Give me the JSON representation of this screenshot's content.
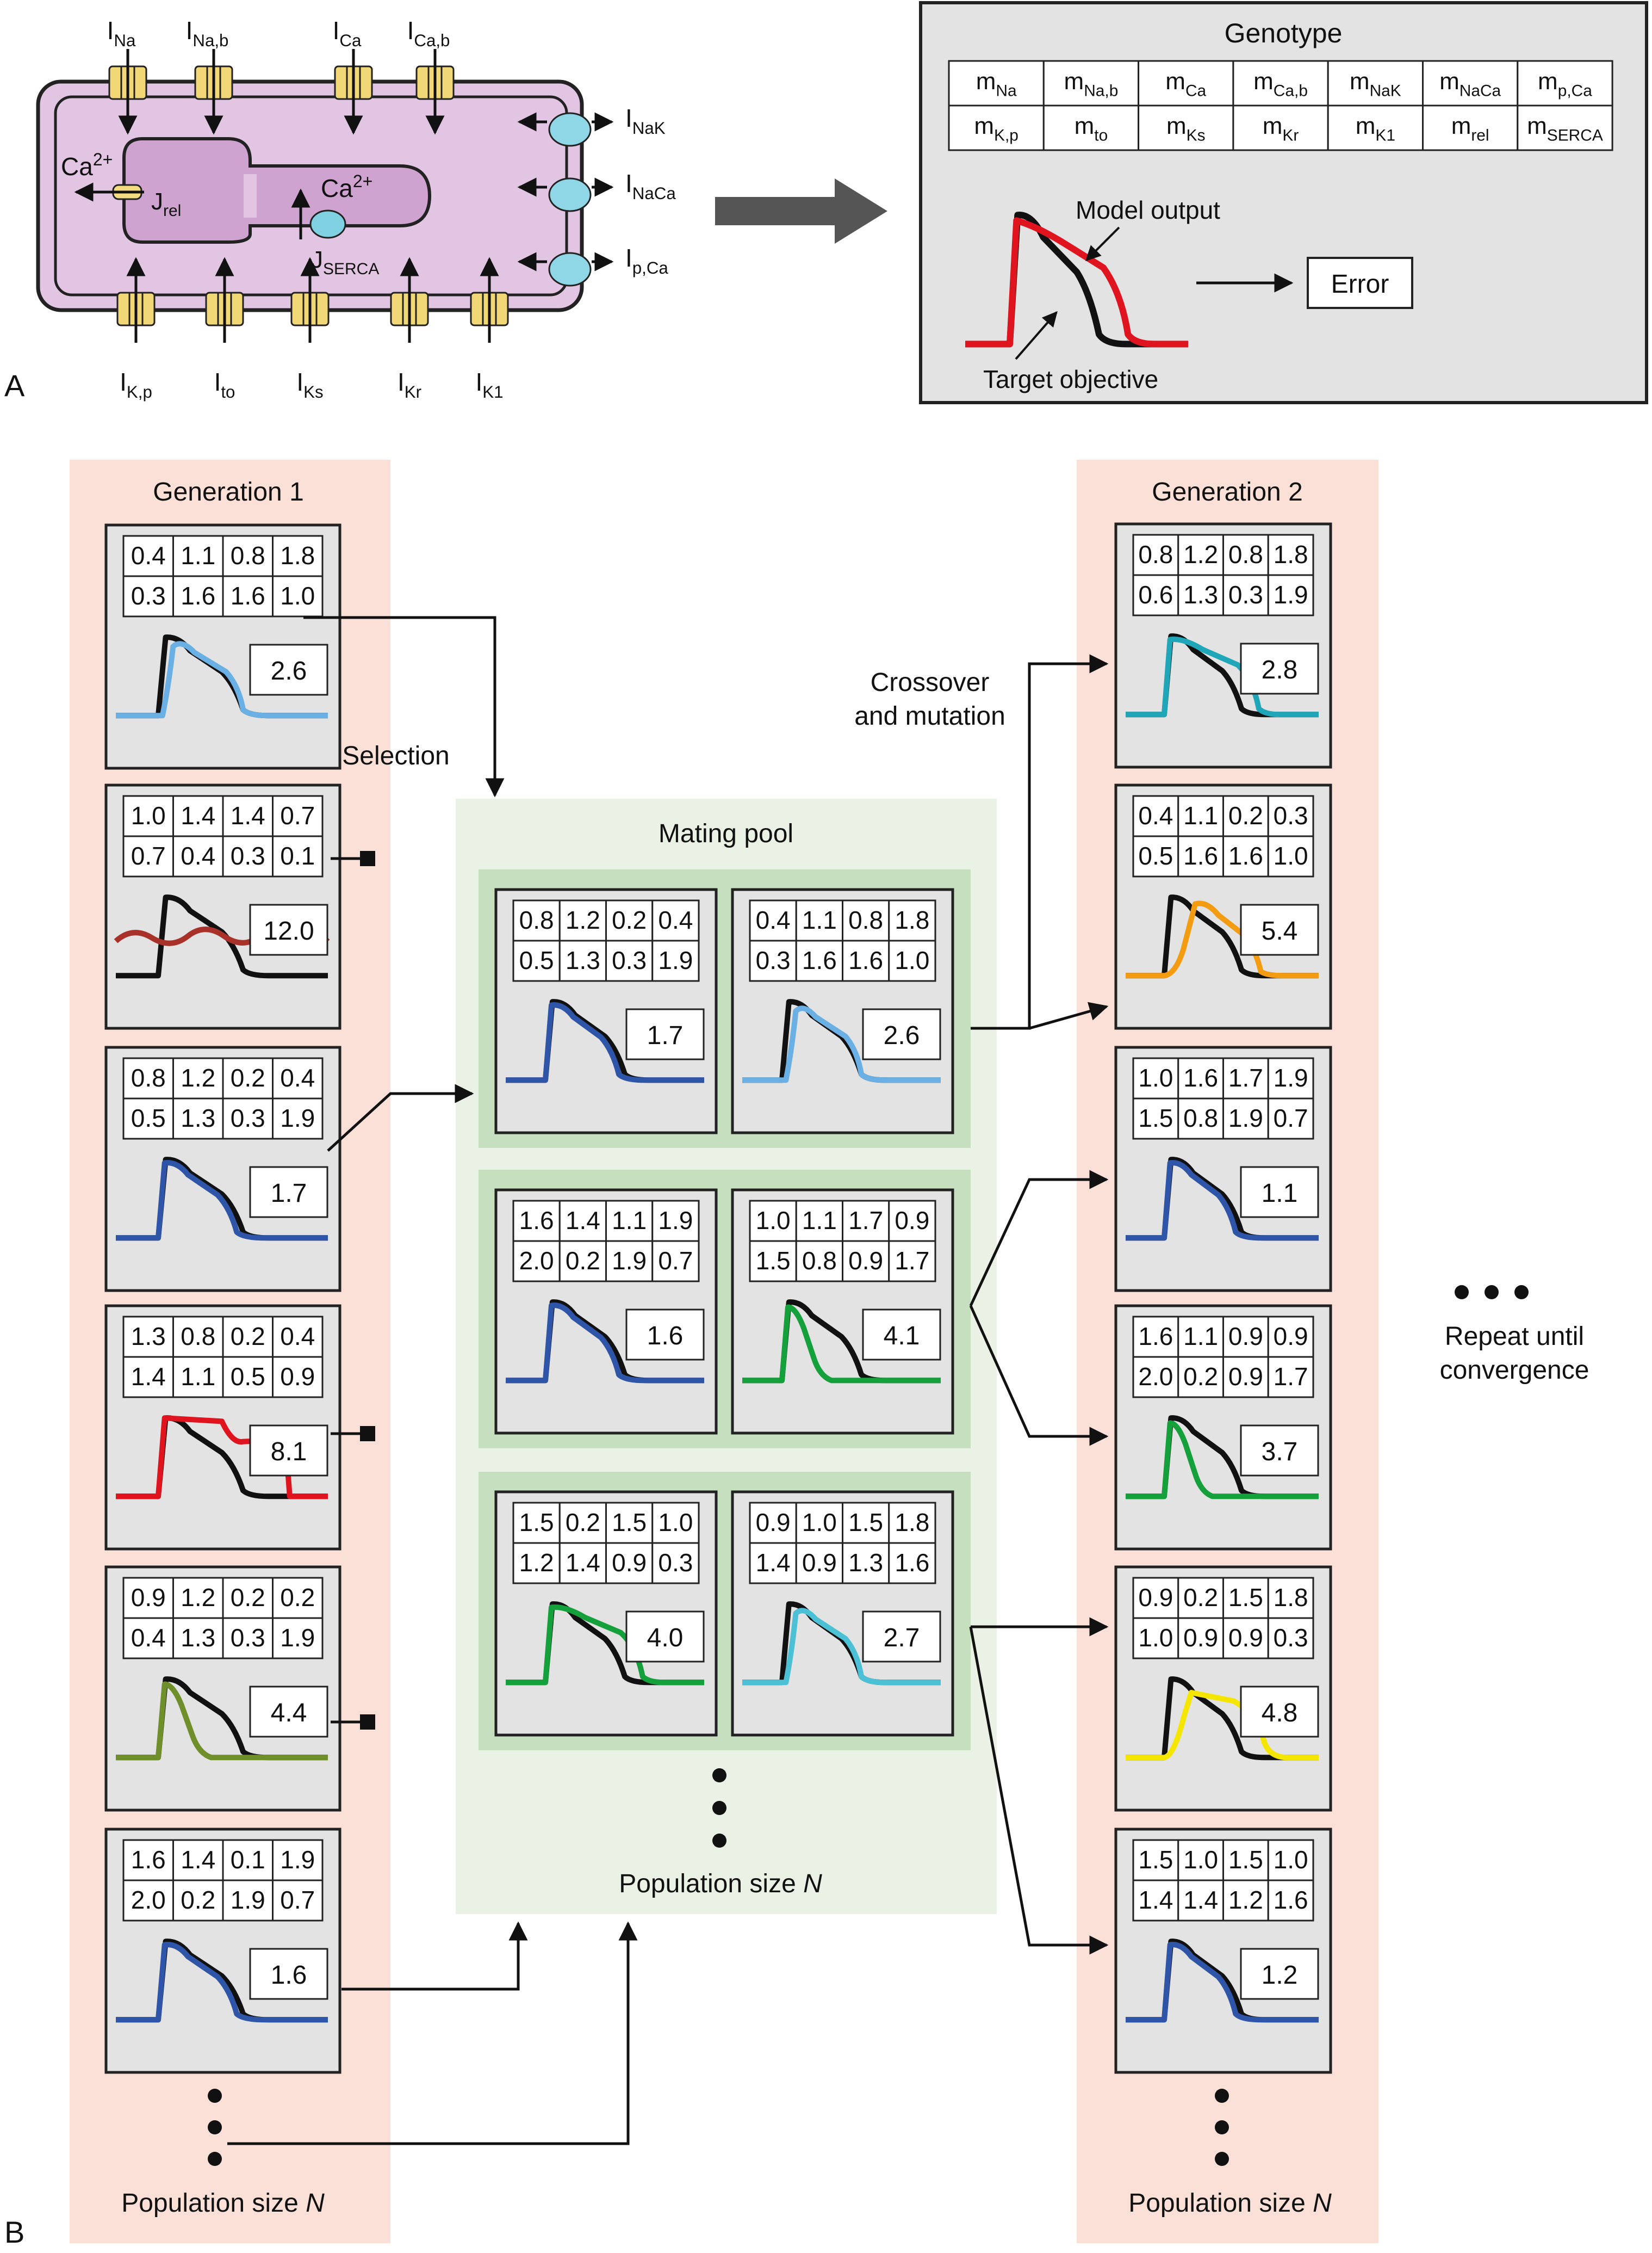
{
  "panel_a": {
    "panel_label": "A",
    "cell": {
      "top_currents": [
        {
          "main": "I",
          "sub": "Na"
        },
        {
          "main": "I",
          "sub": "Na,b"
        },
        {
          "main": "I",
          "sub": "Ca"
        },
        {
          "main": "I",
          "sub": "Ca,b"
        }
      ],
      "bottom_currents": [
        {
          "main": "I",
          "sub": "K,p"
        },
        {
          "main": "I",
          "sub": "to"
        },
        {
          "main": "I",
          "sub": "Ks"
        },
        {
          "main": "I",
          "sub": "Kr"
        },
        {
          "main": "I",
          "sub": "K1"
        }
      ],
      "right_currents": [
        {
          "main": "I",
          "sub": "NaK"
        },
        {
          "main": "I",
          "sub": "NaCa"
        },
        {
          "main": "I",
          "sub": "p,Ca"
        }
      ],
      "ca_left": {
        "main": "Ca",
        "sup": "2+"
      },
      "ca_right": {
        "main": "Ca",
        "sup": "2+"
      },
      "j_rel": {
        "main": "J",
        "sub": "rel"
      },
      "j_serca": {
        "main": "J",
        "sub": "SERCA"
      }
    },
    "genotype": {
      "title": "Genotype",
      "rows": [
        [
          {
            "main": "m",
            "sub": "Na"
          },
          {
            "main": "m",
            "sub": "Na,b"
          },
          {
            "main": "m",
            "sub": "Ca"
          },
          {
            "main": "m",
            "sub": "Ca,b"
          },
          {
            "main": "m",
            "sub": "NaK"
          },
          {
            "main": "m",
            "sub": "NaCa"
          },
          {
            "main": "m",
            "sub": "p,Ca"
          }
        ],
        [
          {
            "main": "m",
            "sub": "K,p"
          },
          {
            "main": "m",
            "sub": "to"
          },
          {
            "main": "m",
            "sub": "Ks"
          },
          {
            "main": "m",
            "sub": "Kr"
          },
          {
            "main": "m",
            "sub": "K1"
          },
          {
            "main": "m",
            "sub": "rel"
          },
          {
            "main": "m",
            "sub": "SERCA"
          }
        ]
      ],
      "model_output_label": "Model output",
      "target_label": "Target objective",
      "error_label": "Error"
    }
  },
  "panel_b": {
    "panel_label": "B",
    "gen1_title": "Generation 1",
    "gen2_title": "Generation 2",
    "pool_title": "Mating pool",
    "population_label": "Population size ",
    "population_var": "N",
    "selection_label": "Selection",
    "crossover_label_1": "Crossover",
    "crossover_label_2": "and mutation",
    "repeat_label_1": "Repeat until",
    "repeat_label_2": "convergence",
    "gen1": [
      {
        "genes": [
          [
            "0.4",
            "1.1",
            "0.8",
            "1.8"
          ],
          [
            "0.3",
            "1.6",
            "1.6",
            "1.0"
          ]
        ],
        "error": "2.6",
        "color": "#6ab0e4",
        "shape": "ap_late"
      },
      {
        "genes": [
          [
            "1.0",
            "1.4",
            "1.4",
            "0.7"
          ],
          [
            "0.7",
            "0.4",
            "0.3",
            "0.1"
          ]
        ],
        "error": "12.0",
        "color": "#a8322a",
        "shape": "wavy"
      },
      {
        "genes": [
          [
            "0.8",
            "1.2",
            "0.2",
            "0.4"
          ],
          [
            "0.5",
            "1.3",
            "0.3",
            "1.9"
          ]
        ],
        "error": "1.7",
        "color": "#2f55a8",
        "shape": "ap_close"
      },
      {
        "genes": [
          [
            "1.3",
            "0.8",
            "0.2",
            "0.4"
          ],
          [
            "1.4",
            "1.1",
            "0.5",
            "0.9"
          ]
        ],
        "error": "8.1",
        "color": "#e0141e",
        "shape": "red_long"
      },
      {
        "genes": [
          [
            "0.9",
            "1.2",
            "0.2",
            "0.2"
          ],
          [
            "0.4",
            "1.3",
            "0.3",
            "1.9"
          ]
        ],
        "error": "4.4",
        "color": "#6f8f2a",
        "shape": "ap_short"
      },
      {
        "genes": [
          [
            "1.6",
            "1.4",
            "0.1",
            "1.9"
          ],
          [
            "2.0",
            "0.2",
            "1.9",
            "0.7"
          ]
        ],
        "error": "1.6",
        "color": "#2f55a8",
        "shape": "ap_close"
      }
    ],
    "pool": [
      [
        {
          "genes": [
            [
              "0.8",
              "1.2",
              "0.2",
              "0.4"
            ],
            [
              "0.5",
              "1.3",
              "0.3",
              "1.9"
            ]
          ],
          "error": "1.7",
          "color": "#2f55a8",
          "shape": "ap_close"
        },
        {
          "genes": [
            [
              "0.4",
              "1.1",
              "0.8",
              "1.8"
            ],
            [
              "0.3",
              "1.6",
              "1.6",
              "1.0"
            ]
          ],
          "error": "2.6",
          "color": "#6ab0e4",
          "shape": "ap_late"
        }
      ],
      [
        {
          "genes": [
            [
              "1.6",
              "1.4",
              "1.1",
              "1.9"
            ],
            [
              "2.0",
              "0.2",
              "1.9",
              "0.7"
            ]
          ],
          "error": "1.6",
          "color": "#2f55a8",
          "shape": "ap_close"
        },
        {
          "genes": [
            [
              "1.0",
              "1.1",
              "1.7",
              "0.9"
            ],
            [
              "1.5",
              "0.8",
              "0.9",
              "1.7"
            ]
          ],
          "error": "4.1",
          "color": "#14a03a",
          "shape": "ap_short"
        }
      ],
      [
        {
          "genes": [
            [
              "1.5",
              "0.2",
              "1.5",
              "1.0"
            ],
            [
              "1.2",
              "1.4",
              "0.9",
              "0.3"
            ]
          ],
          "error": "4.0",
          "color": "#14a03a",
          "shape": "ap_long"
        },
        {
          "genes": [
            [
              "0.9",
              "1.0",
              "1.5",
              "1.8"
            ],
            [
              "1.4",
              "0.9",
              "1.3",
              "1.6"
            ]
          ],
          "error": "2.7",
          "color": "#4cc0d4",
          "shape": "ap_late"
        }
      ]
    ],
    "gen2": [
      {
        "genes": [
          [
            "0.8",
            "1.2",
            "0.8",
            "1.8"
          ],
          [
            "0.6",
            "1.3",
            "0.3",
            "1.9"
          ]
        ],
        "error": "2.8",
        "color": "#1fa6b8",
        "shape": "ap_long"
      },
      {
        "genes": [
          [
            "0.4",
            "1.1",
            "0.2",
            "0.3"
          ],
          [
            "0.5",
            "1.6",
            "1.6",
            "1.0"
          ]
        ],
        "error": "5.4",
        "color": "#f39c12",
        "shape": "ap_delayed"
      },
      {
        "genes": [
          [
            "1.0",
            "1.6",
            "1.7",
            "1.9"
          ],
          [
            "1.5",
            "0.8",
            "1.9",
            "0.7"
          ]
        ],
        "error": "1.1",
        "color": "#2f55a8",
        "shape": "ap_close"
      },
      {
        "genes": [
          [
            "1.6",
            "1.1",
            "0.9",
            "0.9"
          ],
          [
            "2.0",
            "0.2",
            "0.9",
            "1.7"
          ]
        ],
        "error": "3.7",
        "color": "#14a03a",
        "shape": "ap_short"
      },
      {
        "genes": [
          [
            "0.9",
            "0.2",
            "1.5",
            "1.8"
          ],
          [
            "1.0",
            "0.9",
            "0.9",
            "0.3"
          ]
        ],
        "error": "4.8",
        "color": "#f5e600",
        "shape": "ap_yellow"
      },
      {
        "genes": [
          [
            "1.5",
            "1.0",
            "1.5",
            "1.0"
          ],
          [
            "1.4",
            "1.4",
            "1.2",
            "1.6"
          ]
        ],
        "error": "1.2",
        "color": "#2f55a8",
        "shape": "ap_close"
      }
    ]
  }
}
